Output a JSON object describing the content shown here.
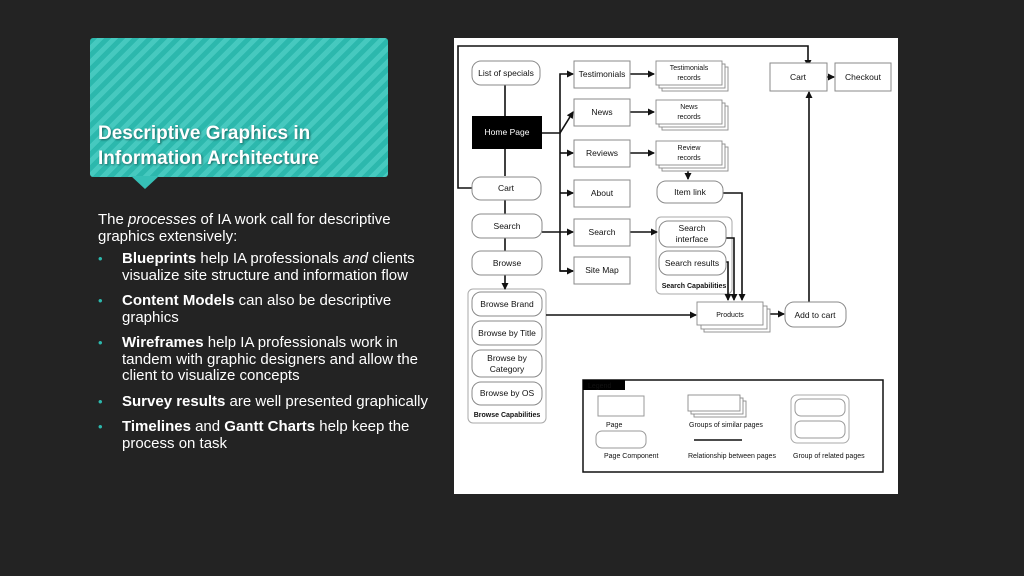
{
  "slide": {
    "title_line1": "Descriptive Graphics in",
    "title_line2": "Information Architecture",
    "intro_pre": "The ",
    "intro_em": "processes",
    "intro_post": " of IA work call for descriptive graphics extensively:",
    "bullets": [
      {
        "bold": "Blueprints",
        "text1": " help IA professionals ",
        "em": "and",
        "text2": " clients visualize site structure and information flow"
      },
      {
        "bold": "Content Models",
        "text": " can also be descriptive graphics"
      },
      {
        "bold": "Wireframes",
        "text": " help IA professionals work in tandem with graphic designers and allow the client to visualize concepts"
      },
      {
        "bold": "Survey results",
        "text": " are well presented graphically"
      },
      {
        "bold1": "Timelines",
        "and": " and ",
        "bold2": "Gantt Charts",
        "text": " help keep the process on task"
      }
    ]
  },
  "diagram": {
    "nodes": {
      "list_of_specials": "List of specials",
      "home_page": "Home Page",
      "cart_left": "Cart",
      "search_left": "Search",
      "browse": "Browse",
      "browse_brand": "Browse Brand",
      "browse_title": "Browse by Title",
      "browse_category_1": "Browse by",
      "browse_category_2": "Category",
      "browse_os": "Browse by OS",
      "browse_caps": "Browse Capabilities",
      "testimonials": "Testimonials",
      "news": "News",
      "reviews": "Reviews",
      "about": "About",
      "search_mid": "Search",
      "site_map": "Site Map",
      "testimonials_records_1": "Testimonials",
      "testimonials_records_2": "records",
      "news_records_1": "News",
      "news_records_2": "records",
      "review_records_1": "Review",
      "review_records_2": "records",
      "item_link": "Item link",
      "search_interface_1": "Search",
      "search_interface_2": "interface",
      "search_results": "Search results",
      "search_caps": "Search Capabilities",
      "products": "Products",
      "add_to_cart": "Add to cart",
      "cart_right": "Cart",
      "checkout": "Checkout"
    },
    "legend": {
      "title": "Legend",
      "page": "Page",
      "groups_similar": "Groups of similar pages",
      "page_component": "Page Component",
      "relationship": "Relationship between pages",
      "group_related": "Group of related pages"
    }
  },
  "colors": {
    "background": "#232323",
    "accent": "#2cb8ad",
    "home_page_fill": "#000000"
  }
}
